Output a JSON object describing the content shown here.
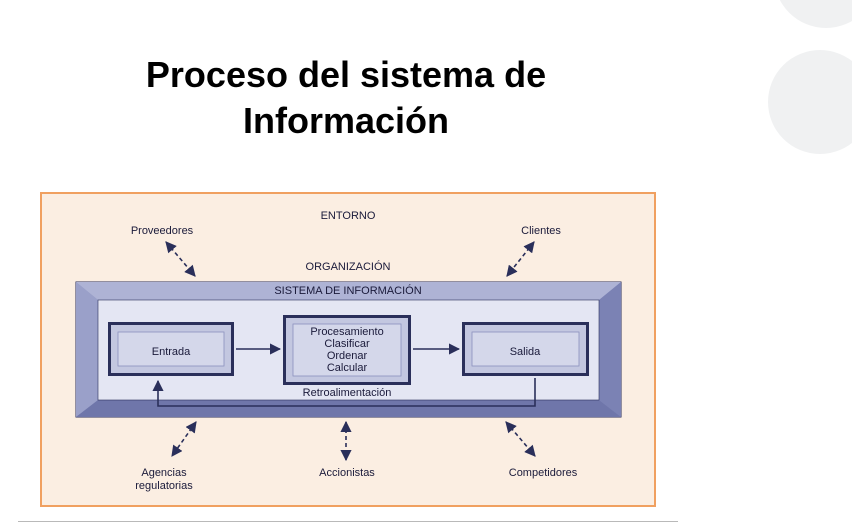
{
  "slide": {
    "title_line1": "Proceso del sistema de",
    "title_line2": "Información"
  },
  "diagram": {
    "environment_label": "ENTORNO",
    "organization_label": "ORGANIZACIÓN",
    "system_label": "SISTEMA DE INFORMACIÓN",
    "input_label": "Entrada",
    "processing_lines": [
      "Procesamiento",
      "Clasificar",
      "Ordenar",
      "Calcular"
    ],
    "output_label": "Salida",
    "feedback_label": "Retroalimentación",
    "top_actors": [
      "Proveedores",
      "Clientes"
    ],
    "bottom_actors": [
      "Agencias regulatorias",
      "Accionistas",
      "Competidores"
    ],
    "bottom_actor_first_lines": [
      "Agencias",
      "regulatorias"
    ]
  },
  "colors": {
    "environment_bg": "#fbeee2",
    "environment_border": "#f0a060",
    "organization_bg": "#8d94c2",
    "system_bg": "#e4e6f3",
    "box_bg": "#c3c7e0",
    "text": "#1a1a3a",
    "arrow": "#2a2f5a"
  }
}
